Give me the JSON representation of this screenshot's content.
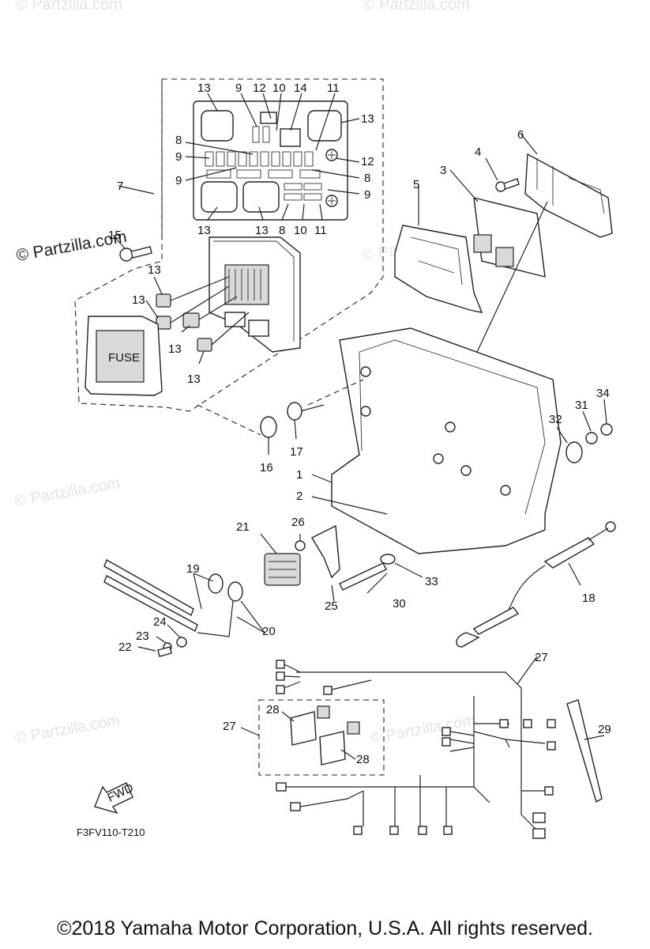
{
  "watermark": {
    "brand_text": "© Partzilla.com",
    "faint_text": "© Partzilla.com"
  },
  "callouts": {
    "c1": "1",
    "c2": "2",
    "c3": "3",
    "c4": "4",
    "c5": "5",
    "c6": "6",
    "c7": "7",
    "c8": "8",
    "c9": "9",
    "c10": "10",
    "c11": "11",
    "c12": "12",
    "c13": "13",
    "c14": "14",
    "c15": "15",
    "c16": "16",
    "c17": "17",
    "c18": "18",
    "c19": "19",
    "c20": "20",
    "c21": "21",
    "c22": "22",
    "c23": "23",
    "c24": "24",
    "c25": "25",
    "c26": "26",
    "c27": "27",
    "c28": "28",
    "c29": "29",
    "c30": "30",
    "c31": "31",
    "c32": "32",
    "c33": "33",
    "c34": "34"
  },
  "fuse_cover_text": "FUSE",
  "fwd_text": "FWD",
  "diagram_code": "F3FV110-T210",
  "copyright": "©2018  Yamaha Motor Corporation, U.S.A. All rights reserved."
}
